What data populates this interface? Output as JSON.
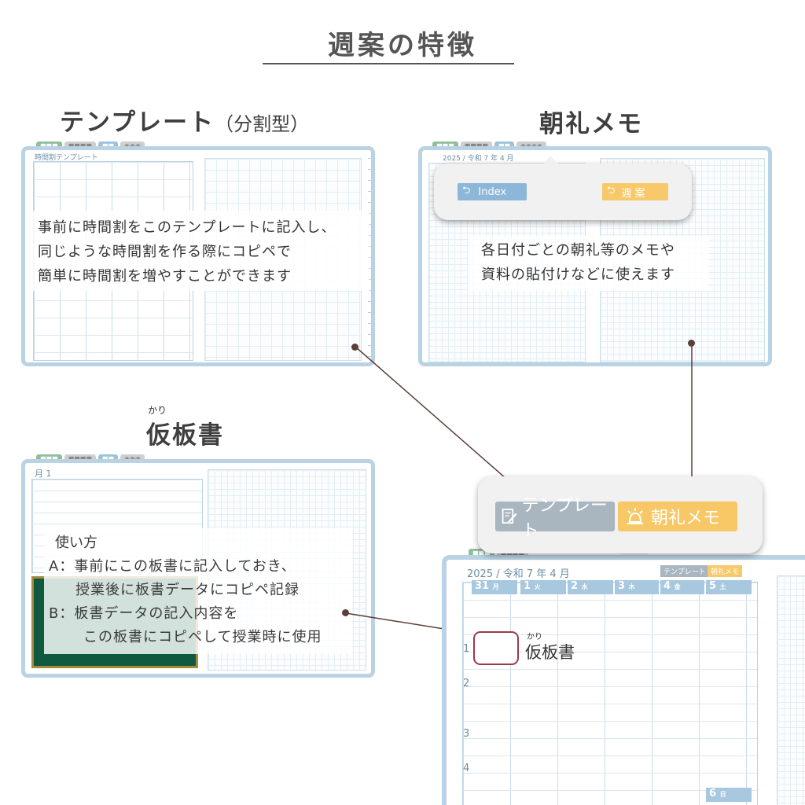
{
  "title": "週案の特徴",
  "sections": {
    "template": {
      "heading": "テンプレート",
      "heading_paren": "（分割型）",
      "tab_label": "時間割テンプレート",
      "description": "事前に時間割をこのテンプレートに記入し、\n同じような時間割を作る際にコピペで\n簡単に時間割を増やすことができます"
    },
    "morning_memo": {
      "heading": "朝礼メモ",
      "date_label": "2025 / 令和 7 年  4 月",
      "index_button": "Index",
      "weekly_button": "週 案",
      "description": "各日付ごとの朝礼等のメモや\n資料の貼付けなどに使えます"
    },
    "kari_bansho": {
      "ruby": "かり",
      "heading": "仮板書",
      "month_label": "月 1",
      "usage_title": "使い方",
      "usage_a1": "A：事前にこの板書に記入しておき、",
      "usage_a2": "授業後に板書データにコピペ記録",
      "usage_b1": "B：板書データの記入内容を",
      "usage_b2": "この板書にコピペして授業時に使用"
    }
  },
  "callout_buttons": {
    "template": "テンプレート",
    "morning": "朝礼メモ"
  },
  "planner": {
    "date_label": "2025 / 令和 7 年   4 月",
    "mini_template": "テンプレート",
    "mini_morning": "朝礼メモ",
    "days": [
      {
        "num": "31",
        "day": "月"
      },
      {
        "num": "1",
        "day": "火"
      },
      {
        "num": "2",
        "day": "水"
      },
      {
        "num": "3",
        "day": "木"
      },
      {
        "num": "4",
        "day": "金"
      },
      {
        "num": "5",
        "day": "土"
      }
    ],
    "sunday": {
      "num": "6",
      "day": "日"
    },
    "rows": [
      "1",
      "2",
      "3",
      "4"
    ],
    "kari_ruby": "かり",
    "kari_label": "仮板書"
  },
  "colors": {
    "frame_blue": "#b9d2e4",
    "header_blue": "#a7c8de",
    "index_blue": "#8cb7d8",
    "accent_yellow": "#f7c96a",
    "template_grey": "#a9b5bf",
    "chalkboard_green": "#0f5940",
    "pointer_brown": "#5a4038",
    "highlight_red": "#9c3a4a"
  }
}
